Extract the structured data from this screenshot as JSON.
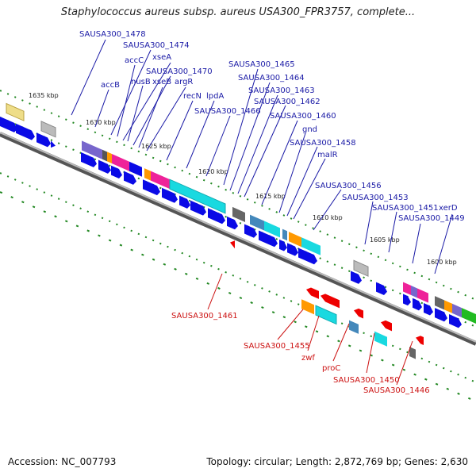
{
  "title": "Staphylococcus aureus subsp. aureus USA300_FPR3757, complete...",
  "footer": {
    "accession": "Accession: NC_007793",
    "summary": "Topology: circular; Length: 2,872,769 bp; Genes: 2,630"
  },
  "colors": {
    "forward_label": "#1a1aa6",
    "reverse_label": "#cc1111",
    "gene_blue": "#0a0ae6",
    "gene_red": "#ee0000",
    "cyan": "#19d9e0",
    "magenta": "#ee2299",
    "orange": "#ff9900",
    "green": "#22bb22",
    "purple": "#7766cc",
    "gray": "#aaaaaa",
    "yellow": "#eedd88",
    "backbone": "#888888"
  },
  "scale_labels": [
    "1635 kbp",
    "1630 kbp",
    "1625 kbp",
    "1620 kbp",
    "1615 kbp",
    "1610 kbp",
    "1605 kbp",
    "1600 kbp"
  ],
  "forward_genes": [
    {
      "label": "SAUSA300_1478"
    },
    {
      "label": "SAUSA300_1474"
    },
    {
      "label": "accC"
    },
    {
      "label": "xseA"
    },
    {
      "label": "accB"
    },
    {
      "label": "nusB"
    },
    {
      "label": "SAUSA300_1470"
    },
    {
      "label": "xseB"
    },
    {
      "label": "argR"
    },
    {
      "label": "recN"
    },
    {
      "label": "lpdA"
    },
    {
      "label": "SAUSA300_1466"
    },
    {
      "label": "SAUSA300_1465"
    },
    {
      "label": "SAUSA300_1464"
    },
    {
      "label": "SAUSA300_1463"
    },
    {
      "label": "SAUSA300_1462"
    },
    {
      "label": "SAUSA300_1460"
    },
    {
      "label": "gnd"
    },
    {
      "label": "SAUSA300_1458"
    },
    {
      "label": "malR"
    },
    {
      "label": "SAUSA300_1456"
    },
    {
      "label": "SAUSA300_1453"
    },
    {
      "label": "SAUSA300_1451"
    },
    {
      "label": "xerD"
    },
    {
      "label": "SAUSA300_1449"
    }
  ],
  "reverse_genes": [
    {
      "label": "SAUSA300_1461"
    },
    {
      "label": "SAUSA300_1455"
    },
    {
      "label": "zwf"
    },
    {
      "label": "proC"
    },
    {
      "label": "SAUSA300_1450"
    },
    {
      "label": "SAUSA300_1446"
    }
  ]
}
